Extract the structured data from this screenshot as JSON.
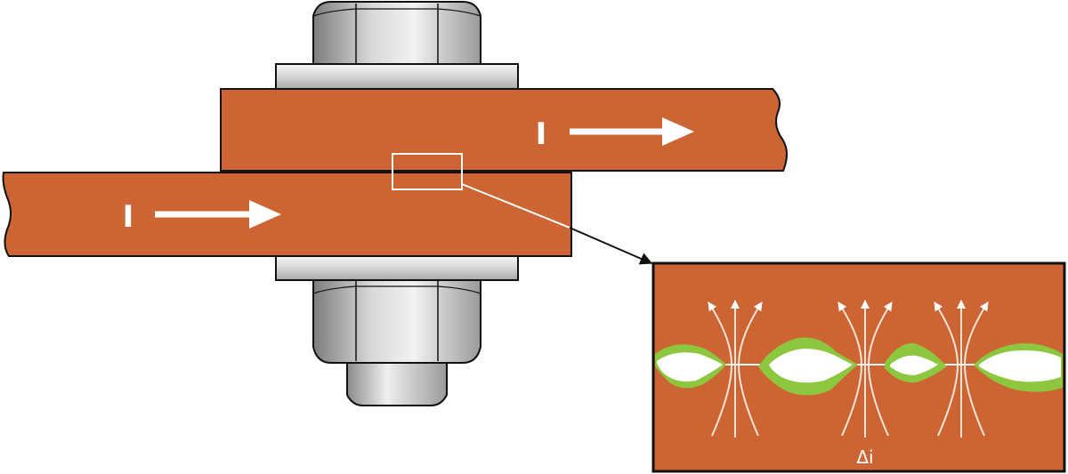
{
  "labels": {
    "current_upper": "I",
    "current_lower": "I",
    "inset_delta": "Δi"
  },
  "colors": {
    "copper": "#cd6433",
    "outline": "#111111",
    "steel_light": "#e6e6e6",
    "steel_mid": "#c4c4c4",
    "steel_dark": "#8c8c8c",
    "contact_green": "#8dc63f",
    "arrow_white": "#ffffff"
  },
  "icons": {
    "bolt": "hex-bolt-icon",
    "nut": "hex-nut-icon",
    "arrow": "arrow-right-icon"
  }
}
